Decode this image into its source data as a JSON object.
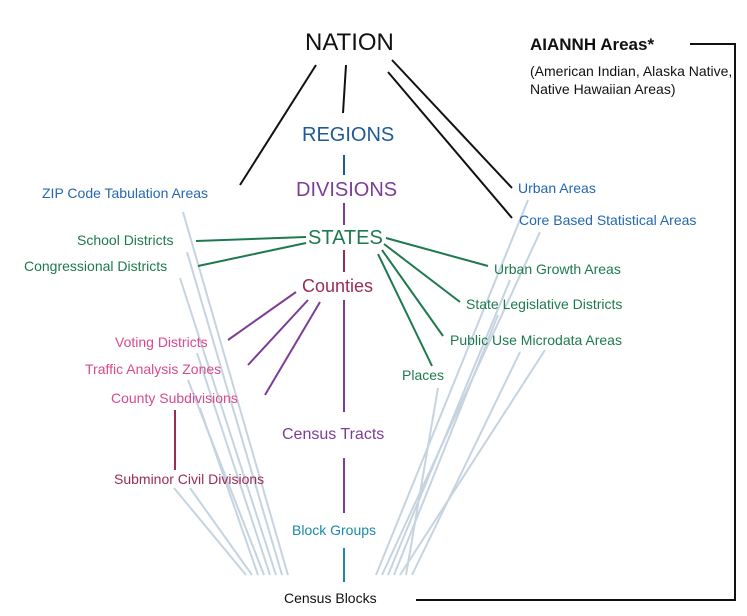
{
  "colors": {
    "black": "#111111",
    "blue": "#2468b0",
    "navy_blue": "#1f5a96",
    "purple": "#7d3d96",
    "green": "#1e7a4e",
    "pink": "#d9498c",
    "maroon": "#9b2c57",
    "teal": "#1a8aa6",
    "light_blue_lines": "#c6d3e0"
  },
  "nodes": {
    "nation": "NATION",
    "regions": "REGIONS",
    "divisions": "DIVISIONS",
    "states": "STATES",
    "counties": "Counties",
    "census_tracts": "Census Tracts",
    "block_groups": "Block Groups",
    "census_blocks": "Census Blocks",
    "zcta": "ZIP Code Tabulation Areas",
    "urban_areas": "Urban Areas",
    "cbsa": "Core Based Statistical Areas",
    "school_districts": "School Districts",
    "congressional_districts": "Congressional Districts",
    "urban_growth_areas": "Urban Growth Areas",
    "state_legislative_districts": "State Legislative Districts",
    "puma": "Public Use Microdata Areas",
    "places": "Places",
    "voting_districts": "Voting Districts",
    "traffic_analysis_zones": "Traffic Analysis Zones",
    "county_subdivisions": "County Subdivisions",
    "subminor_civil_divisions": "Subminor Civil Divisions",
    "aiannh_title": "AIANNH Areas*",
    "aiannh_subtitle": "(American Indian, Alaska Native, Native Hawaiian Areas)"
  }
}
